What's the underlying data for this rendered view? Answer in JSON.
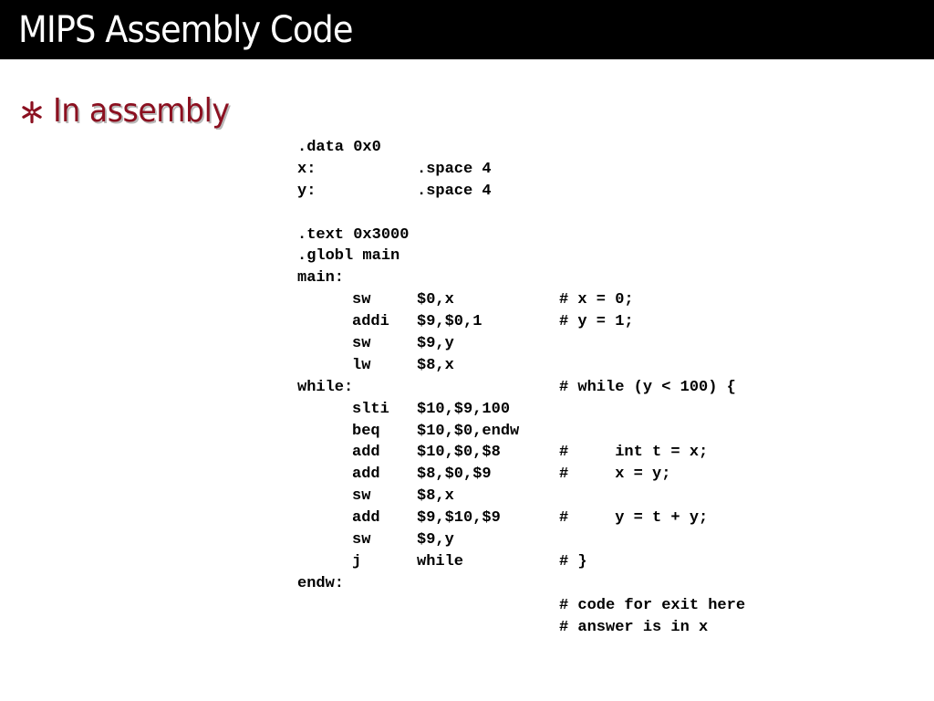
{
  "slide": {
    "title": "MIPS Assembly Code",
    "bullet": {
      "icon": "asterisk-bullet-icon",
      "text": "In assembly"
    }
  },
  "colors": {
    "title_bar": "#000000",
    "title_text": "#ffffff",
    "bullet": "#8b1020",
    "code": "#000000"
  },
  "code_lines": [
    {
      "label": ".data 0x0",
      "op": "",
      "args": "",
      "comment": ""
    },
    {
      "label": "x:",
      "op": "",
      "args": ".space 4",
      "comment": ""
    },
    {
      "label": "y:",
      "op": "",
      "args": ".space 4",
      "comment": ""
    },
    {
      "label": "",
      "op": "",
      "args": "",
      "comment": ""
    },
    {
      "label": ".text 0x3000",
      "op": "",
      "args": "",
      "comment": ""
    },
    {
      "label": ".globl main",
      "op": "",
      "args": "",
      "comment": ""
    },
    {
      "label": "main:",
      "op": "",
      "args": "",
      "comment": ""
    },
    {
      "label": "",
      "op": "sw",
      "args": "$0,x",
      "comment": "# x = 0;"
    },
    {
      "label": "",
      "op": "addi",
      "args": "$9,$0,1",
      "comment": "# y = 1;"
    },
    {
      "label": "",
      "op": "sw",
      "args": "$9,y",
      "comment": ""
    },
    {
      "label": "",
      "op": "lw",
      "args": "$8,x",
      "comment": ""
    },
    {
      "label": "while:",
      "op": "",
      "args": "",
      "comment": "# while (y < 100) {"
    },
    {
      "label": "",
      "op": "slti",
      "args": "$10,$9,100",
      "comment": ""
    },
    {
      "label": "",
      "op": "beq",
      "args": "$10,$0,endw",
      "comment": ""
    },
    {
      "label": "",
      "op": "add",
      "args": "$10,$0,$8",
      "comment": "#     int t = x;"
    },
    {
      "label": "",
      "op": "add",
      "args": "$8,$0,$9",
      "comment": "#     x = y;"
    },
    {
      "label": "",
      "op": "sw",
      "args": "$8,x",
      "comment": ""
    },
    {
      "label": "",
      "op": "add",
      "args": "$9,$10,$9",
      "comment": "#     y = t + y;"
    },
    {
      "label": "",
      "op": "sw",
      "args": "$9,y",
      "comment": ""
    },
    {
      "label": "",
      "op": "j",
      "args": "while",
      "comment": "# }"
    },
    {
      "label": "endw:",
      "op": "",
      "args": "",
      "comment": ""
    },
    {
      "label": "",
      "op": "",
      "args": "",
      "comment": "# code for exit here"
    },
    {
      "label": "",
      "op": "",
      "args": "",
      "comment": "# answer is in x"
    }
  ]
}
